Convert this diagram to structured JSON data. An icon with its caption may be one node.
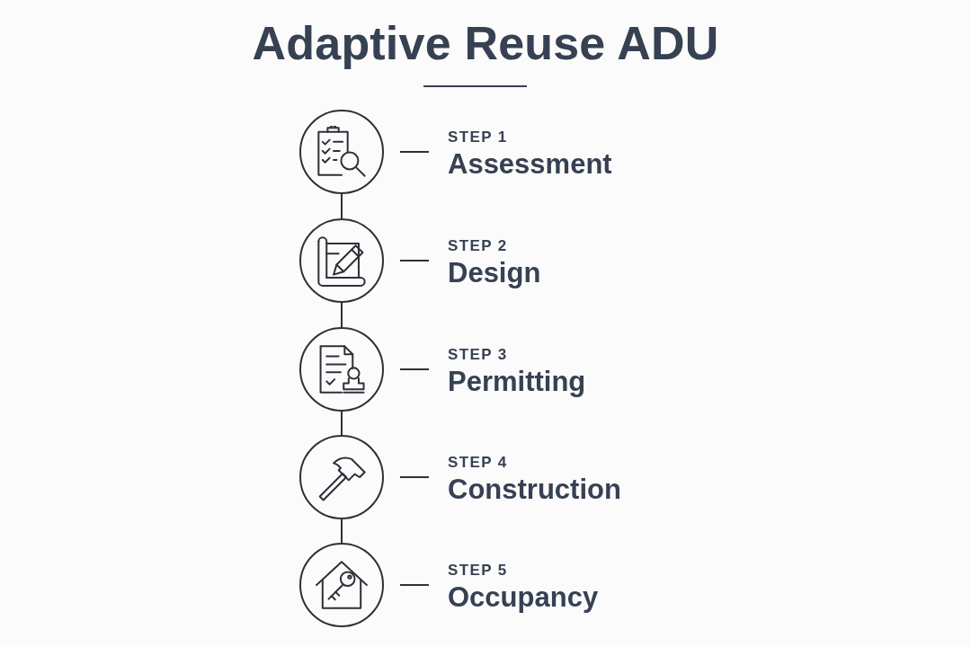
{
  "diagram": {
    "title": "Adaptive Reuse ADU",
    "nodes": [
      {
        "text": [],
        "shape": "circle"
      },
      {
        "text": [
          "STEP 1",
          "Assessment"
        ]
      },
      {
        "text": [],
        "shape": "circle"
      },
      {
        "text": [
          "STEP 2",
          "Design"
        ]
      },
      {
        "text": [],
        "shape": "circle"
      },
      {
        "text": [
          "STEP 3",
          "Permitting"
        ]
      },
      {
        "text": [],
        "shape": "circle"
      },
      {
        "text": [
          "STEP 4",
          "Construction"
        ]
      },
      {
        "text": [],
        "shape": "circle"
      },
      {
        "text": [
          "STEP 5",
          "Occupancy"
        ]
      }
    ],
    "edges": [
      {
        "from": 0,
        "to": 1,
        "arrow": "none"
      },
      {
        "from": 0,
        "to": 2,
        "arrow": "none"
      },
      {
        "from": 2,
        "to": 3,
        "arrow": "none"
      },
      {
        "from": 2,
        "to": 4,
        "arrow": "none"
      },
      {
        "from": 4,
        "to": 5,
        "arrow": "none"
      },
      {
        "from": 4,
        "to": 6,
        "arrow": "none"
      },
      {
        "from": 6,
        "to": 7,
        "arrow": "none"
      },
      {
        "from": 6,
        "to": 8,
        "arrow": "none"
      },
      {
        "from": 8,
        "to": 9,
        "arrow": "none"
      }
    ]
  }
}
